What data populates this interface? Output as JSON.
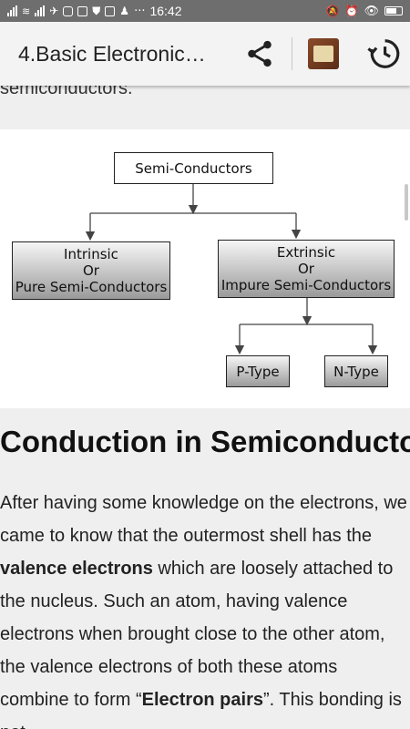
{
  "status_bar": {
    "time": "16:42",
    "icons": [
      "signal-icon",
      "wifi-icon",
      "signal-icon",
      "bird-icon",
      "instagram-icon",
      "mail-icon",
      "shield-icon",
      "mail-icon",
      "person-icon",
      "more-icon",
      "mute-icon",
      "alarm-icon",
      "eye-icon",
      "battery-icon"
    ],
    "more": "···"
  },
  "app_bar": {
    "title": "4.Basic Electronic…",
    "icons": [
      "share-icon",
      "book-icon",
      "history-icon"
    ]
  },
  "content": {
    "prev_text": "semiconductors.",
    "diagram": {
      "root": "Semi-Conductors",
      "left": [
        "Intrinsic",
        "Or",
        "Pure Semi-Conductors"
      ],
      "right": [
        "Extrinsic",
        "Or",
        "Impure Semi-Conductors"
      ],
      "ptype": "P-Type",
      "ntype": "N-Type"
    },
    "heading": "Conduction in Semiconductors",
    "para_part1": "After having some knowledge on the electrons, we came to know that the outermost shell has the ",
    "para_bold1": "valence electrons",
    "para_part2": " which are loosely attached to the nucleus. Such an atom, having valence electrons when brought close to the other atom, the valence electrons of both these atoms combine to form “",
    "para_bold2": "Electron pairs",
    "para_part3": "”. This bonding is not"
  },
  "colors": {
    "status_bar": "#6e6e6e",
    "app_bar": "#f3f3f3",
    "page_bg": "#efefef",
    "diagram_bg": "#ffffff"
  }
}
